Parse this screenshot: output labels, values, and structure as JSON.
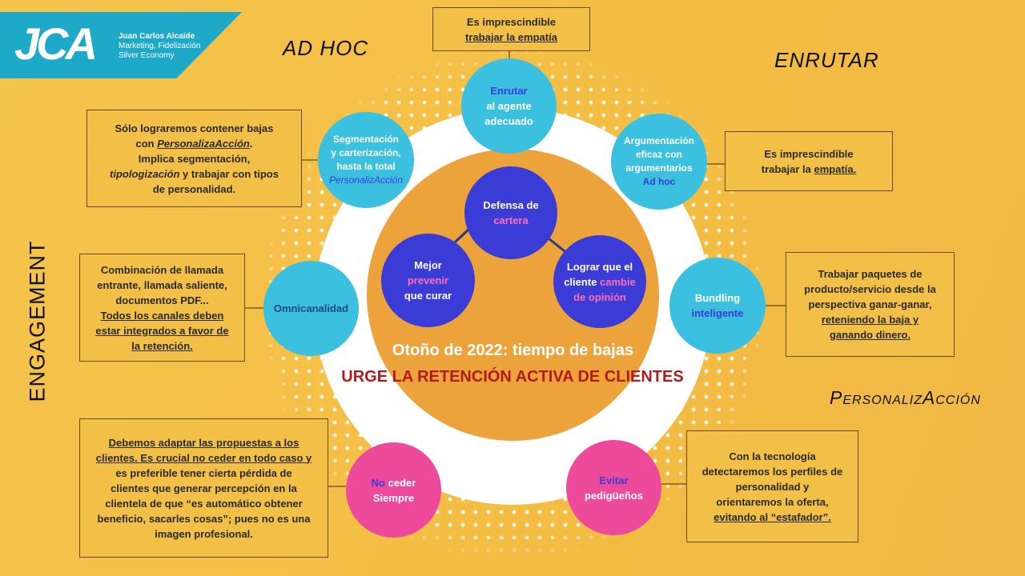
{
  "logo": {
    "mark": "JCA",
    "name": "Juan Carlos Alcaide",
    "line2": "Marketing, Fidelización",
    "line3": "Silver Economy"
  },
  "corners": {
    "top_left": "AD HOC",
    "top_right": "ENRUTAR",
    "left_vertical": "ENGAGEMENT",
    "right_mid": "PersonalizAcción"
  },
  "center": {
    "title": "Otoño de 2022: tiempo de bajas",
    "subtitle": "URGE LA RETENCIÓN ACTIVA DE CLIENTES"
  },
  "inner_nodes": {
    "top": {
      "l1": "Defensa de",
      "l2": "cartera"
    },
    "left": {
      "l1": "Mejor",
      "l2": "prevenir",
      "l3": "que curar"
    },
    "right": {
      "l1": "Lograr que el",
      "l2a": "cliente",
      "l2b": "cambie",
      "l3": "de opinión"
    }
  },
  "nodes": {
    "enrutar": {
      "l1": "Enrutar",
      "l2": "al agente",
      "l3": "adecuado"
    },
    "segmentacion": {
      "l1": "Segmentación",
      "l2": "y carterización,",
      "l3": "hasta la total",
      "l4": "PersonalizAcción"
    },
    "argumentacion": {
      "l1": "Argumentación",
      "l2": "eficaz con",
      "l3": "argumentarios",
      "l4": "Ad hoc"
    },
    "omnicanalidad": {
      "l1": "Omnicanalidad"
    },
    "bundling": {
      "l1": "Bundling",
      "l2": "inteligente"
    },
    "no_ceder": {
      "l1a": "No",
      "l1b": "ceder",
      "l2": "Siempre"
    },
    "evitar": {
      "l1": "Evitar",
      "l2": "pedigüeños"
    }
  },
  "boxes": {
    "top": {
      "l1": "Es imprescindible",
      "l2": "trabajar la empatía"
    },
    "right_top": {
      "l1": "Es imprescindible",
      "l2a": "trabajar la ",
      "l2b": "empatía."
    },
    "left_top": {
      "l1": "Sólo lograremos contener bajas",
      "l2a": "con ",
      "l2b": "PersonalizaAcción",
      "l2c": ".",
      "l3": "Implica segmentación,",
      "l4a": "tipologización",
      "l4b": " y trabajar con tipos",
      "l5": "de personalidad."
    },
    "left_mid": {
      "l1": "Combinación de llamada",
      "l2": "entrante, llamada saliente,",
      "l3": "documentos PDF...",
      "l4": "Todos los canales deben",
      "l5": "estar integrados a favor de",
      "l6": "la retención."
    },
    "right_mid": {
      "l1": "Trabajar paquetes de",
      "l2": "producto/servicio desde la",
      "l3": "perspectiva ganar-ganar,",
      "l4": "reteniendo la baja y",
      "l5": "ganando dinero."
    },
    "left_bottom": {
      "l1": "Debemos adaptar las propuestas a los",
      "l2": "clientes. Es crucial no ceder en todo caso y",
      "l3": "es preferible tener cierta pérdida de",
      "l4": "clientes que generar percepción en la",
      "l5": "clientela de que “es automático obtener",
      "l6": "beneficio, sacarles cosas”; pues no es una",
      "l7": "imagen  profesional."
    },
    "right_bottom": {
      "l1": "Con la tecnología",
      "l2": "detectaremos los perfiles de",
      "l3": "personalidad y",
      "l4": "orientaremos la oferta,",
      "l5": "evitando al “estafador”."
    }
  },
  "colors": {
    "background": "#f4bf45",
    "cyan_node": "#3cc0e0",
    "pink_node": "#ee4a9b",
    "indigo_node": "#3b3bd6",
    "core": "#eda33c",
    "subtitle_red": "#b01c1c"
  }
}
